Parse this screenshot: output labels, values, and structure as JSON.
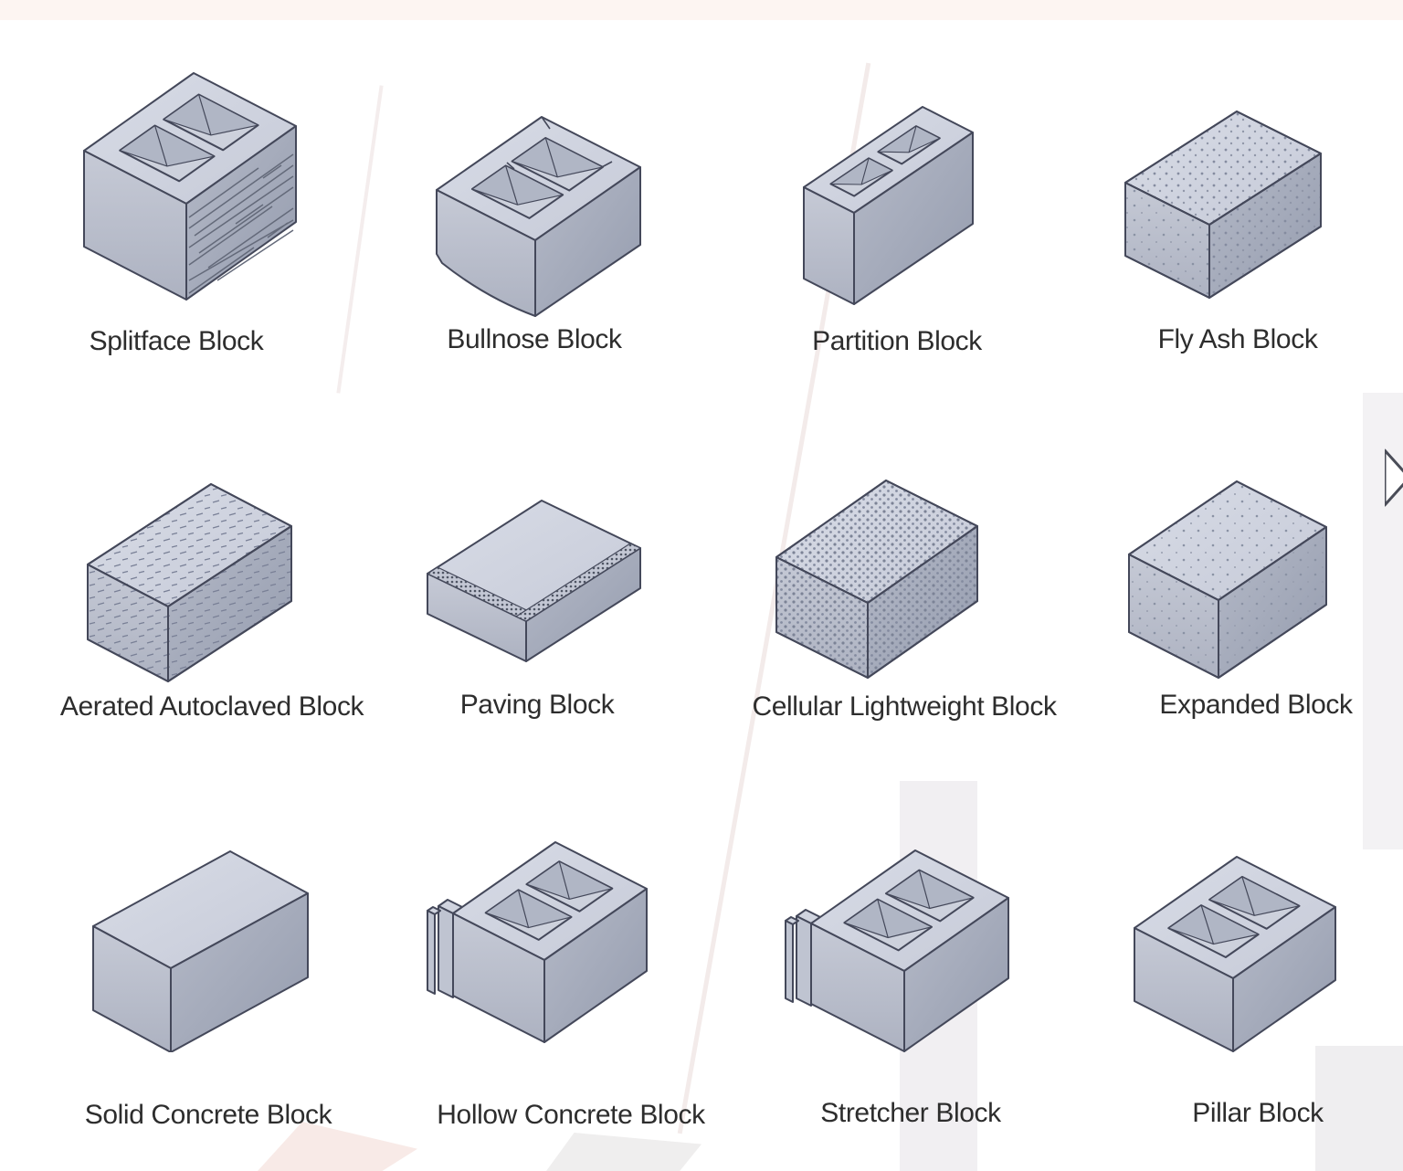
{
  "diagram": {
    "grid": {
      "columns": 4,
      "rows": 3
    },
    "blocks": [
      {
        "label": "Splitface Block"
      },
      {
        "label": "Bullnose Block"
      },
      {
        "label": "Partition Block"
      },
      {
        "label": "Fly Ash Block"
      },
      {
        "label": "Aerated Autoclaved Block"
      },
      {
        "label": "Paving Block"
      },
      {
        "label": "Cellular Lightweight Block"
      },
      {
        "label": "Expanded Block"
      },
      {
        "label": "Solid Concrete Block"
      },
      {
        "label": "Hollow Concrete Block"
      },
      {
        "label": "Stretcher Block"
      },
      {
        "label": "Pillar Block"
      }
    ]
  },
  "icons": {
    "side_marker": "play-triangle-outline"
  },
  "colors": {
    "background": "#ffffff",
    "top_tint": "#fdf5f2",
    "block_top": "#cfd3de",
    "block_left": "#b9becb",
    "block_right": "#a2a8b8",
    "outline": "#44485a",
    "label_text": "#2d2d2d",
    "speckle": "#7c8396"
  }
}
